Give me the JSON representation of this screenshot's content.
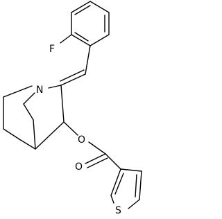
{
  "molecule": {
    "atom_labels": {
      "fluorine": "F",
      "nitrogen": "N",
      "ester_oxygen": "O",
      "carbonyl_oxygen": "O",
      "sulfur": "S"
    }
  }
}
